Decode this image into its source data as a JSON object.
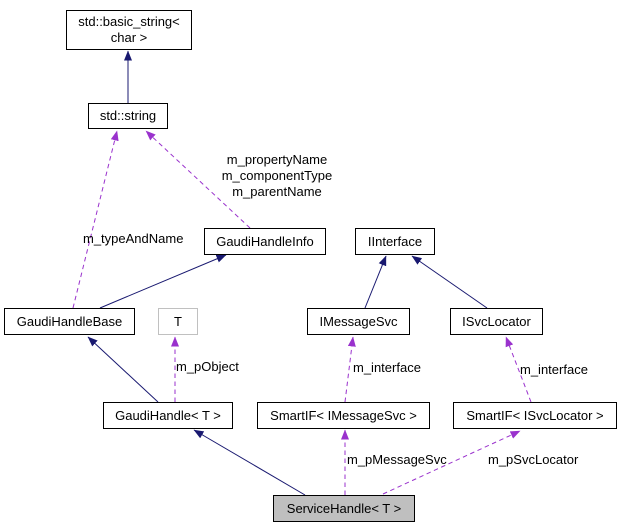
{
  "diagram": {
    "kind": "class-collaboration-graph",
    "focus_node": "ServiceHandle< T >",
    "colors": {
      "inheritance_edge": "#191970",
      "usage_edge": "#9a32cd",
      "node_border": "#000000",
      "node_fill": "#ffffff",
      "focus_node_fill": "#bfbfbf",
      "template_node_border": "#c0c0c0",
      "background": "#ffffff"
    },
    "nodes": {
      "basic_string": {
        "label": "std::basic_string<\nchar >"
      },
      "std_string": {
        "label": "std::string"
      },
      "gaudi_handle_info": {
        "label": "GaudiHandleInfo"
      },
      "iinterface": {
        "label": "IInterface"
      },
      "gaudi_handle_base": {
        "label": "GaudiHandleBase"
      },
      "template_t": {
        "label": "T"
      },
      "imessage_svc": {
        "label": "IMessageSvc"
      },
      "isvc_locator": {
        "label": "ISvcLocator"
      },
      "gaudi_handle": {
        "label": "GaudiHandle< T >"
      },
      "smartif_imessagesvc": {
        "label": "SmartIF< IMessageSvc >"
      },
      "smartif_isvclocator": {
        "label": "SmartIF< ISvcLocator >"
      },
      "service_handle": {
        "label": "ServiceHandle< T >"
      }
    },
    "edge_labels": {
      "property_group": "m_propertyName\nm_componentType\nm_parentName",
      "type_and_name": "m_typeAndName",
      "p_object": "m_pObject",
      "interface_left": "m_interface",
      "interface_right": "m_interface",
      "p_message_svc": "m_pMessageSvc",
      "p_svc_locator": "m_pSvcLocator"
    }
  }
}
